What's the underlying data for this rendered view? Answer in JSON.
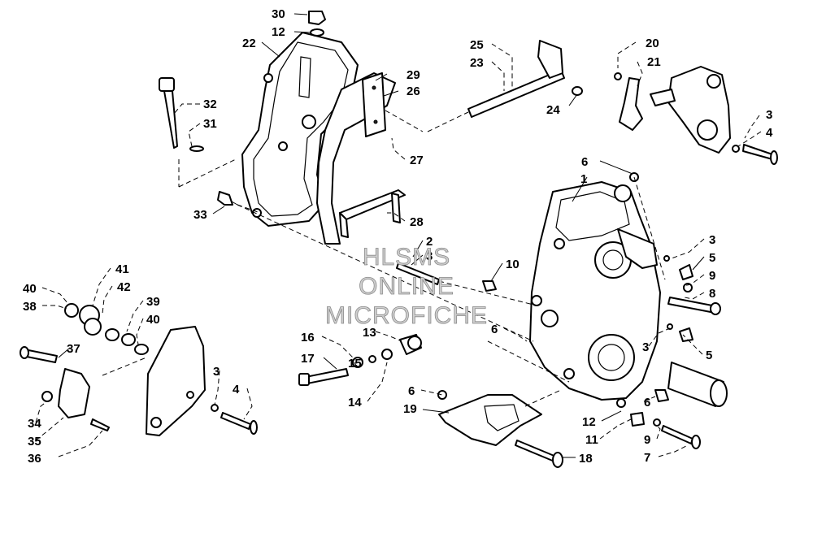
{
  "watermark": {
    "line1": "HLSMS",
    "line2": "ONLINE",
    "line3": "MICROFICHE"
  },
  "callouts": [
    {
      "id": "c30",
      "text": "30"
    },
    {
      "id": "c12a",
      "text": "12"
    },
    {
      "id": "c22",
      "text": "22"
    },
    {
      "id": "c25",
      "text": "25"
    },
    {
      "id": "c23",
      "text": "23"
    },
    {
      "id": "c20",
      "text": "20"
    },
    {
      "id": "c21",
      "text": "21"
    },
    {
      "id": "c32",
      "text": "32"
    },
    {
      "id": "c31",
      "text": "31"
    },
    {
      "id": "c29",
      "text": "29"
    },
    {
      "id": "c26",
      "text": "26"
    },
    {
      "id": "c24",
      "text": "24"
    },
    {
      "id": "c3a",
      "text": "3"
    },
    {
      "id": "c4a",
      "text": "4"
    },
    {
      "id": "c27",
      "text": "27"
    },
    {
      "id": "c6a",
      "text": "6"
    },
    {
      "id": "c1",
      "text": "1"
    },
    {
      "id": "c33",
      "text": "33"
    },
    {
      "id": "c28",
      "text": "28"
    },
    {
      "id": "c2",
      "text": "2"
    },
    {
      "id": "c3b",
      "text": "3"
    },
    {
      "id": "c3c",
      "text": "3"
    },
    {
      "id": "c5a",
      "text": "5"
    },
    {
      "id": "c10",
      "text": "10"
    },
    {
      "id": "c9a",
      "text": "9"
    },
    {
      "id": "c8",
      "text": "8"
    },
    {
      "id": "c41",
      "text": "41"
    },
    {
      "id": "c40a",
      "text": "40"
    },
    {
      "id": "c42",
      "text": "42"
    },
    {
      "id": "c38",
      "text": "38"
    },
    {
      "id": "c39",
      "text": "39"
    },
    {
      "id": "c40b",
      "text": "40"
    },
    {
      "id": "c16",
      "text": "16"
    },
    {
      "id": "c13",
      "text": "13"
    },
    {
      "id": "c6b",
      "text": "6"
    },
    {
      "id": "c3d",
      "text": "3"
    },
    {
      "id": "c5b",
      "text": "5"
    },
    {
      "id": "c17",
      "text": "17"
    },
    {
      "id": "c37",
      "text": "37"
    },
    {
      "id": "c15",
      "text": "15"
    },
    {
      "id": "c3e",
      "text": "3"
    },
    {
      "id": "c4b",
      "text": "4"
    },
    {
      "id": "c14",
      "text": "14"
    },
    {
      "id": "c6c",
      "text": "6"
    },
    {
      "id": "c19",
      "text": "19"
    },
    {
      "id": "c6d",
      "text": "6"
    },
    {
      "id": "c12b",
      "text": "12"
    },
    {
      "id": "c34",
      "text": "34"
    },
    {
      "id": "c11",
      "text": "11"
    },
    {
      "id": "c35",
      "text": "35"
    },
    {
      "id": "c9b",
      "text": "9"
    },
    {
      "id": "c36",
      "text": "36"
    },
    {
      "id": "c18",
      "text": "18"
    },
    {
      "id": "c7",
      "text": "7"
    }
  ]
}
